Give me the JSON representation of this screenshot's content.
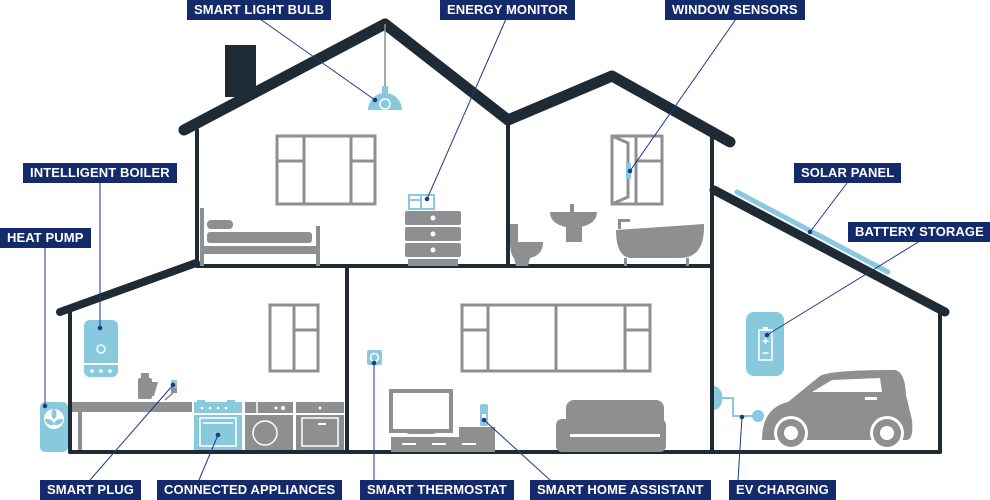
{
  "colors": {
    "label_bg": "#152a6b",
    "label_text": "#ffffff",
    "outline": "#1e2b35",
    "furniture": "#8d8f90",
    "device": "#88c9dd",
    "leader_line": "#1d3a8a"
  },
  "labels": {
    "smart_light_bulb": "SMART LIGHT BULB",
    "energy_monitor": "ENERGY MONITOR",
    "window_sensors": "WINDOW SENSORS",
    "intelligent_boiler": "INTELLIGENT BOILER",
    "heat_pump": "HEAT PUMP",
    "solar_panel": "SOLAR PANEL",
    "battery_storage": "BATTERY STORAGE",
    "smart_plug": "SMART PLUG",
    "connected_appliances": "CONNECTED APPLIANCES",
    "smart_thermostat": "SMART THERMOSTAT",
    "smart_home_assistant": "SMART HOME ASSISTANT",
    "ev_charging": "EV CHARGING"
  },
  "rooms": [
    "bedroom",
    "bathroom",
    "kitchen",
    "living-room",
    "garage"
  ]
}
